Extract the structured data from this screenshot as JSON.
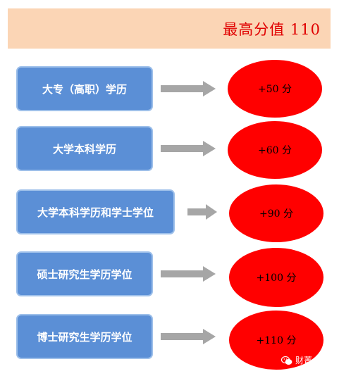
{
  "header": {
    "title": "最高分值 110"
  },
  "rows": [
    {
      "label": "大专（高职）学历",
      "points": "+50 分"
    },
    {
      "label": "大学本科学历",
      "points": "+60 分"
    },
    {
      "label": "大学本科学历和学士学位",
      "points": "+90 分"
    },
    {
      "label": "硕士研究生学历学位",
      "points": "+100 分"
    },
    {
      "label": "博士研究生学历学位",
      "points": "+110 分"
    }
  ],
  "watermark": {
    "icon": "wechat-icon",
    "text": "财菁"
  },
  "colors": {
    "header_bg": "#fbd5b5",
    "header_text": "#e00000",
    "box_fill": "#5b8fd6",
    "box_border": "#9ec0ea",
    "arrow": "#a6a6a6",
    "ellipse": "#ff0000"
  }
}
